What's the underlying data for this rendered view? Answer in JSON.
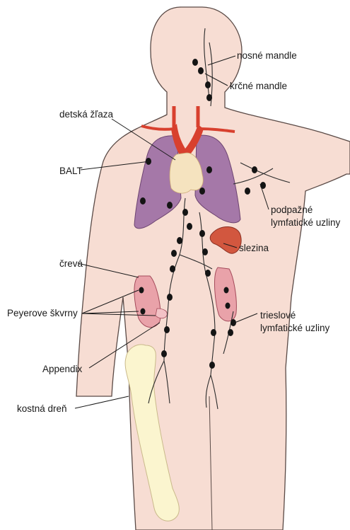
{
  "labels": {
    "nosne_mandle": "nosné mandle",
    "krcne_mandle": "krčné mandle",
    "detska_zlaza": "detská žľaza",
    "balt": "BALT",
    "podpazne_1": "podpažné",
    "podpazne_2": "lymfatické uzliny",
    "slezina": "slezina",
    "creva": "črevá",
    "peyerove": "Peyerove škvrny",
    "trieslove_1": "trieslové",
    "trieslove_2": "lymfatické uzliny",
    "appendix": "Appendix",
    "kostna_dren": "kostná dreň"
  },
  "colors": {
    "skin": "#f7ddd3",
    "skin_outline": "#5a4a46",
    "lung": "#a578a8",
    "lung_dark": "#8a5b8e",
    "thymus": "#f5e3bf",
    "vessel": "#d8402e",
    "spleen": "#d2573f",
    "intestine": "#e9a2a9",
    "bone": "#fbf5cf",
    "node": "#141414"
  }
}
